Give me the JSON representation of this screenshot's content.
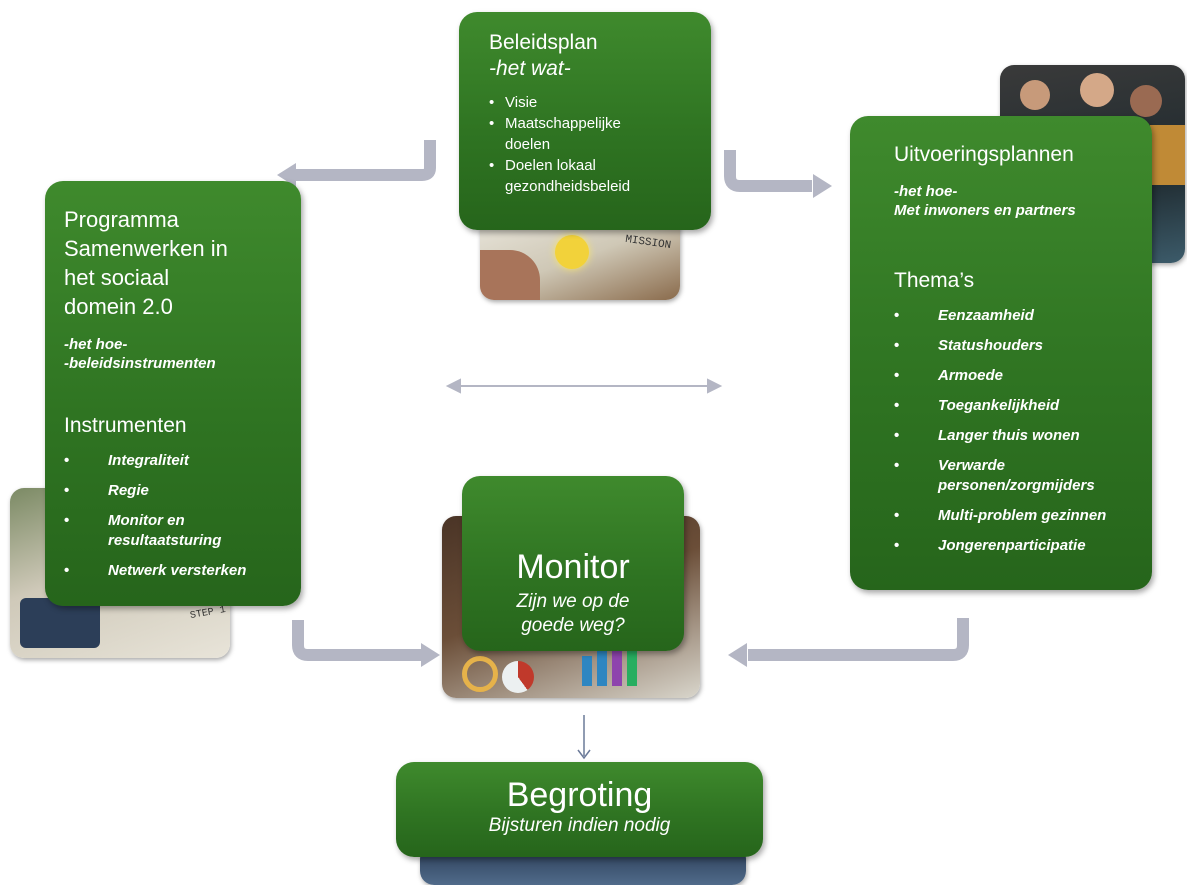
{
  "beleidsplan": {
    "title": "Beleidsplan",
    "subtitle": "-het wat-",
    "items": [
      "Visie",
      "Maatschappelijke doelen",
      "Doelen lokaal gezondheidsbeleid"
    ]
  },
  "programma": {
    "title": "Programma Samenwerken in het sociaal domein 2.0",
    "subtitle_1": "-het hoe-",
    "subtitle_2": "-beleidsinstrumenten",
    "section_title": "Instrumenten",
    "items": [
      "Integraliteit",
      "Regie",
      "Monitor en resultaatsturing",
      "Netwerk versterken"
    ]
  },
  "uitvoering": {
    "title": "Uitvoeringsplannen",
    "subtitle_1": "-het hoe-",
    "subtitle_2": "Met inwoners en partners",
    "section_title": "Thema’s",
    "items": [
      "Eenzaamheid",
      "Statushouders",
      "Armoede",
      "Toegankelijkheid",
      "Langer thuis wonen",
      "Verwarde personen/zorgmijders",
      "Multi-problem gezinnen",
      "Jongerenparticipatie"
    ]
  },
  "monitor": {
    "title": "Monitor",
    "subtitle": "Zijn we op de goede weg?"
  },
  "begroting": {
    "title": "Begroting",
    "subtitle": "Bijsturen indien nodig"
  },
  "photo_labels": {
    "mission": "MISSION",
    "step": "STEP 1"
  },
  "colors": {
    "box_green": "#2f7422",
    "arrow_grey": "#b4b6c4"
  }
}
